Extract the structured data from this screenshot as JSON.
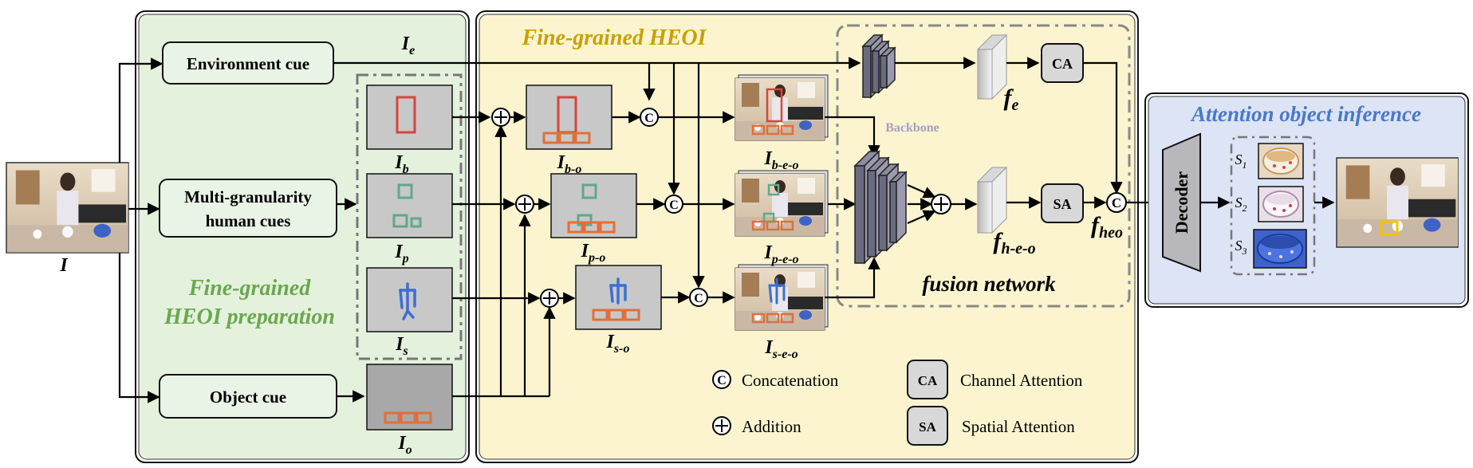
{
  "input_label": "I",
  "prep_panel": {
    "title_line1": "Fine-grained",
    "title_line2": "HEOI preparation",
    "color": "#6aa84f"
  },
  "cues": {
    "environment": "Environment cue",
    "human_line1": "Multi-granularity",
    "human_line2": "human cues",
    "object": "Object cue"
  },
  "ie_label": {
    "main": "I",
    "sub": "e"
  },
  "prep_images": [
    {
      "main": "I",
      "sub": "b"
    },
    {
      "main": "I",
      "sub": "p"
    },
    {
      "main": "I",
      "sub": "s"
    },
    {
      "main": "I",
      "sub": "o"
    }
  ],
  "heoi_panel": {
    "title": "Fine-grained HEOI",
    "color": "#c8a000"
  },
  "combined_images": [
    {
      "main": "I",
      "sub": "b-o"
    },
    {
      "main": "I",
      "sub": "p-o"
    },
    {
      "main": "I",
      "sub": "s-o"
    }
  ],
  "scene_images": [
    {
      "main": "I",
      "sub": "b-e-o"
    },
    {
      "main": "I",
      "sub": "p-e-o"
    },
    {
      "main": "I",
      "sub": "s-e-o"
    }
  ],
  "fusion": {
    "backbone_label": "Backbone",
    "network_label": "fusion network",
    "ca": "CA",
    "sa": "SA",
    "fe": {
      "main": "f",
      "sub": "e"
    },
    "fheo_feat": {
      "main": "f",
      "sub": "h-e-o"
    },
    "fheo": {
      "main": "f",
      "sub": "heo"
    }
  },
  "ops": {
    "concat": "C",
    "add": "+"
  },
  "legend": {
    "concat": "Concatenation",
    "add": "Addition",
    "ca_label": "Channel Attention",
    "sa_label": "Spatial Attention"
  },
  "inference_panel": {
    "title": "Attention object inference",
    "decoder": "Decoder",
    "s_labels": [
      {
        "main": "S",
        "sub": "1"
      },
      {
        "main": "S",
        "sub": "2"
      },
      {
        "main": "S",
        "sub": "3"
      }
    ],
    "color": "#4a78c8"
  },
  "colors": {
    "body_box": "#d9453a",
    "part_box": "#5fa88a",
    "skeleton": "#3d6fd1",
    "object_box": "#e0703a",
    "cue_fill": "#eaf4e6",
    "prep_bg": "#e4f1dc",
    "heoi_bg": "#fbf4cf",
    "inf_bg": "#dce4f5"
  }
}
